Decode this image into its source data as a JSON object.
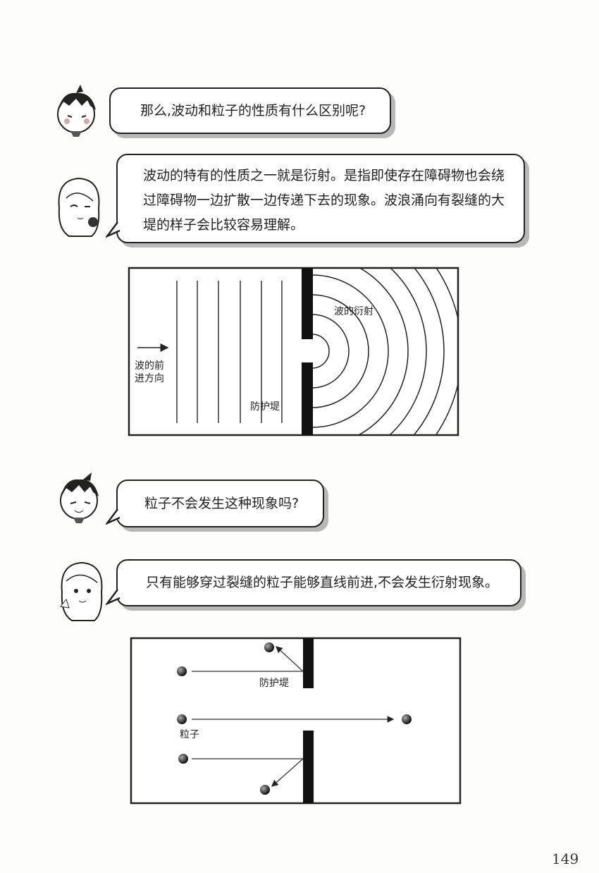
{
  "dialogue": [
    {
      "speaker": "boy",
      "text": "那么,波动和粒子的性质有什么区别呢?"
    },
    {
      "speaker": "girl",
      "lines": [
        "波动的特有的性质之一就是衍射。是指即使存在障碍物也会绕",
        "过障碍物一边扩散一边传递下去的现象。波浪涌向有裂缝的大",
        "堤的样子会比较容易理解。"
      ]
    },
    {
      "speaker": "boy",
      "text": "粒子不会发生这种现象吗?"
    },
    {
      "speaker": "girl",
      "text": "只有能够穿过裂缝的粒子能够直线前进,不会发生衍射现象。"
    }
  ],
  "wave_diagram": {
    "direction_label_1": "波的前",
    "direction_label_2": "进方向",
    "breakwater_label": "防护堤",
    "diffraction_label": "波的衍射"
  },
  "particle_diagram": {
    "breakwater_label": "防护堤",
    "particle_label": "粒子"
  },
  "page_number": "149"
}
